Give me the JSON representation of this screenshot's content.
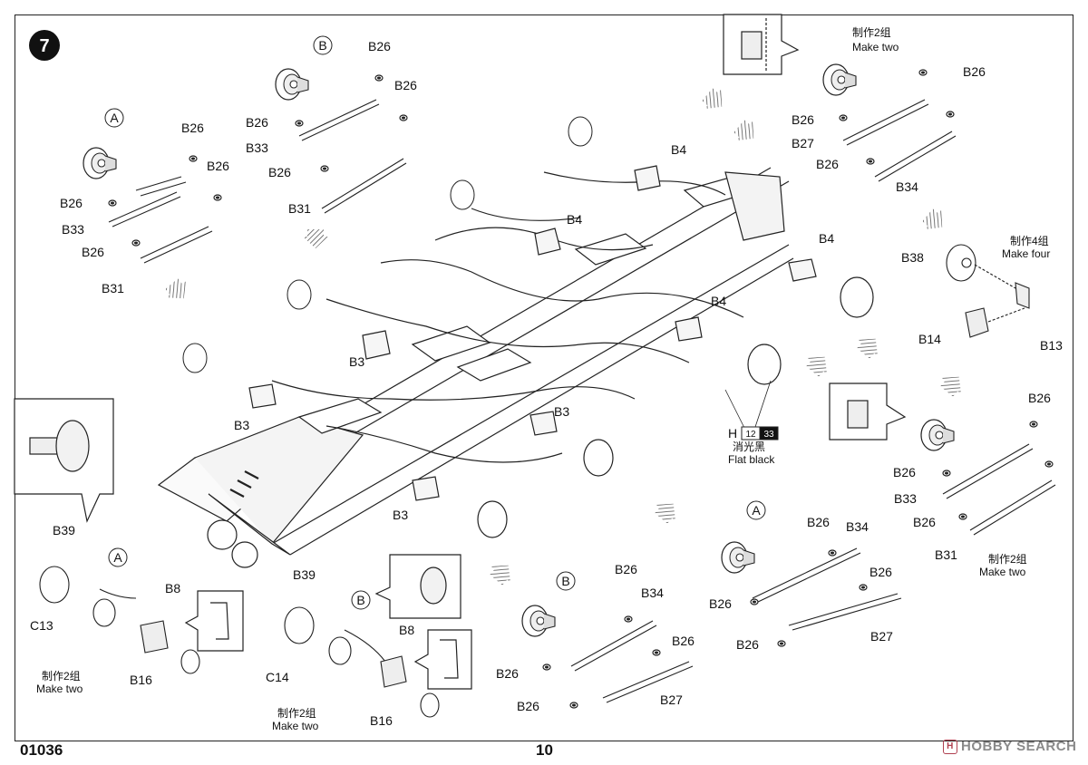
{
  "step": {
    "number": "7"
  },
  "footer": {
    "kit_code": "01036",
    "page_number": "10",
    "brand": "HOBBY SEARCH"
  },
  "labels": {
    "a": "A",
    "b": "B",
    "b3": "B3",
    "b4": "B4",
    "b8": "B8",
    "b13": "B13",
    "b14": "B14",
    "b16": "B16",
    "b26": "B26",
    "b27": "B27",
    "b31": "B31",
    "b33": "B33",
    "b34": "B34",
    "b38": "B38",
    "b39": "B39",
    "c13": "C13",
    "c14": "C14"
  },
  "notes": {
    "make_two_cn": "制作2组",
    "make_two_en": "Make two",
    "make_four_cn": "制作4组",
    "make_four_en": "Make four"
  },
  "paint_callout": {
    "letter": "H",
    "code_1": "12",
    "code_2": "33",
    "name_cn": "消光黑",
    "name_en": "Flat black"
  },
  "icons": [
    "arrow-down-icon",
    "hub-detail-icon",
    "callout-box-icon",
    "numbered-circle-icon"
  ]
}
